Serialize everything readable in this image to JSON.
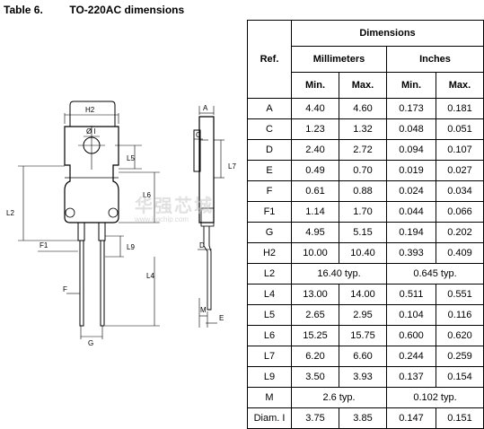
{
  "title": {
    "number": "Table 6.",
    "text": "TO-220AC dimensions"
  },
  "drawing_labels": {
    "h2": "H2",
    "dia": "Ø I",
    "a": "A",
    "c": "C",
    "l5": "L5",
    "l7": "L7",
    "l6": "L6",
    "l2": "L2",
    "f1": "F1",
    "l9": "L9",
    "d": "D",
    "l4": "L4",
    "f": "F",
    "m": "M",
    "e": "E",
    "g": "G"
  },
  "watermark": {
    "text": "华强芯城",
    "sub": "www.hqchip.com"
  },
  "table": {
    "ref_header": "Ref.",
    "dimensions_header": "Dimensions",
    "mm_header": "Millimeters",
    "in_header": "Inches",
    "min": "Min.",
    "max": "Max.",
    "rows": [
      {
        "ref": "A",
        "mm_min": "4.40",
        "mm_max": "4.60",
        "in_min": "0.173",
        "in_max": "0.181"
      },
      {
        "ref": "C",
        "mm_min": "1.23",
        "mm_max": "1.32",
        "in_min": "0.048",
        "in_max": "0.051"
      },
      {
        "ref": "D",
        "mm_min": "2.40",
        "mm_max": "2.72",
        "in_min": "0.094",
        "in_max": "0.107"
      },
      {
        "ref": "E",
        "mm_min": "0.49",
        "mm_max": "0.70",
        "in_min": "0.019",
        "in_max": "0.027"
      },
      {
        "ref": "F",
        "mm_min": "0.61",
        "mm_max": "0.88",
        "in_min": "0.024",
        "in_max": "0.034"
      },
      {
        "ref": "F1",
        "mm_min": "1.14",
        "mm_max": "1.70",
        "in_min": "0.044",
        "in_max": "0.066"
      },
      {
        "ref": "G",
        "mm_min": "4.95",
        "mm_max": "5.15",
        "in_min": "0.194",
        "in_max": "0.202"
      },
      {
        "ref": "H2",
        "mm_min": "10.00",
        "mm_max": "10.40",
        "in_min": "0.393",
        "in_max": "0.409"
      },
      {
        "ref": "L2",
        "mm_typ": "16.40 typ.",
        "in_typ": "0.645 typ."
      },
      {
        "ref": "L4",
        "mm_min": "13.00",
        "mm_max": "14.00",
        "in_min": "0.511",
        "in_max": "0.551"
      },
      {
        "ref": "L5",
        "mm_min": "2.65",
        "mm_max": "2.95",
        "in_min": "0.104",
        "in_max": "0.116"
      },
      {
        "ref": "L6",
        "mm_min": "15.25",
        "mm_max": "15.75",
        "in_min": "0.600",
        "in_max": "0.620"
      },
      {
        "ref": "L7",
        "mm_min": "6.20",
        "mm_max": "6.60",
        "in_min": "0.244",
        "in_max": "0.259"
      },
      {
        "ref": "L9",
        "mm_min": "3.50",
        "mm_max": "3.93",
        "in_min": "0.137",
        "in_max": "0.154"
      },
      {
        "ref": "M",
        "mm_typ": "2.6 typ.",
        "in_typ": "0.102 typ."
      },
      {
        "ref": "Diam. I",
        "mm_min": "3.75",
        "mm_max": "3.85",
        "in_min": "0.147",
        "in_max": "0.151"
      }
    ]
  }
}
